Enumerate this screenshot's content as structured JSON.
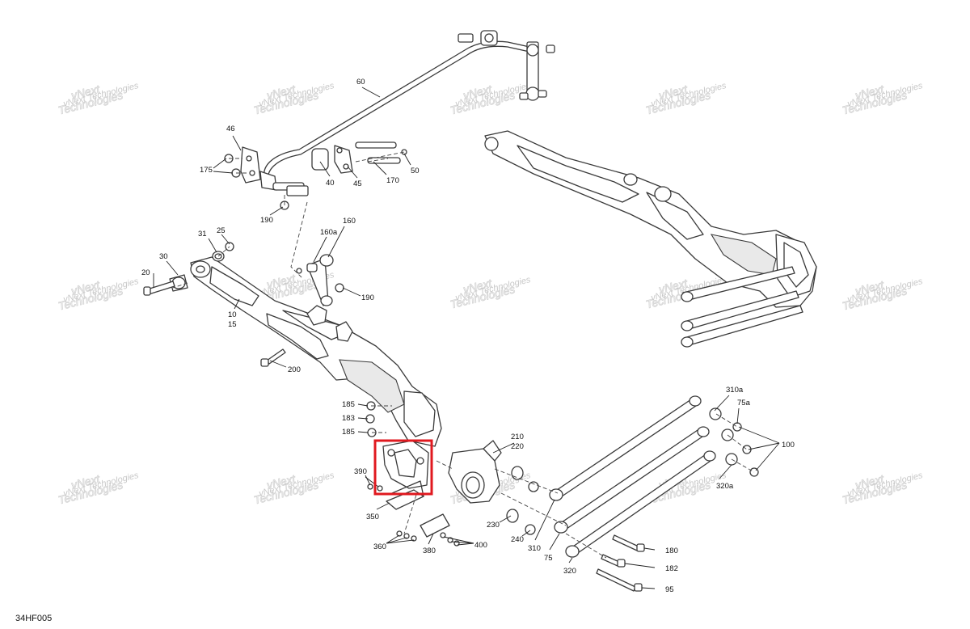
{
  "document_code": "34HF005",
  "watermark": {
    "line1": "vNext",
    "line2": "Technologies",
    "small": "vNext Technologies"
  },
  "callouts": {
    "c60": "60",
    "c46": "46",
    "c175": "175",
    "c40": "40",
    "c45": "45",
    "c170": "170",
    "c50": "50",
    "c190a": "190",
    "c160a": "160a",
    "c160": "160",
    "c31": "31",
    "c25": "25",
    "c30": "30",
    "c20": "20",
    "c190b": "190",
    "c10": "10",
    "c15": "15",
    "c200": "200",
    "c185a": "185",
    "c183": "183",
    "c185b": "185",
    "c210": "210",
    "c220": "220",
    "c390": "390",
    "c350": "350",
    "c230": "230",
    "c240": "240",
    "c360": "360",
    "c380": "380",
    "c400": "400",
    "c310": "310",
    "c75": "75",
    "c320": "320",
    "c310a": "310a",
    "c75a": "75a",
    "c100": "100",
    "c320a": "320a",
    "c180": "180",
    "c182": "182",
    "c95": "95"
  },
  "colors": {
    "highlight": "#e0191f",
    "line": "#3a3a3a",
    "watermark": "#c8c8c8"
  }
}
